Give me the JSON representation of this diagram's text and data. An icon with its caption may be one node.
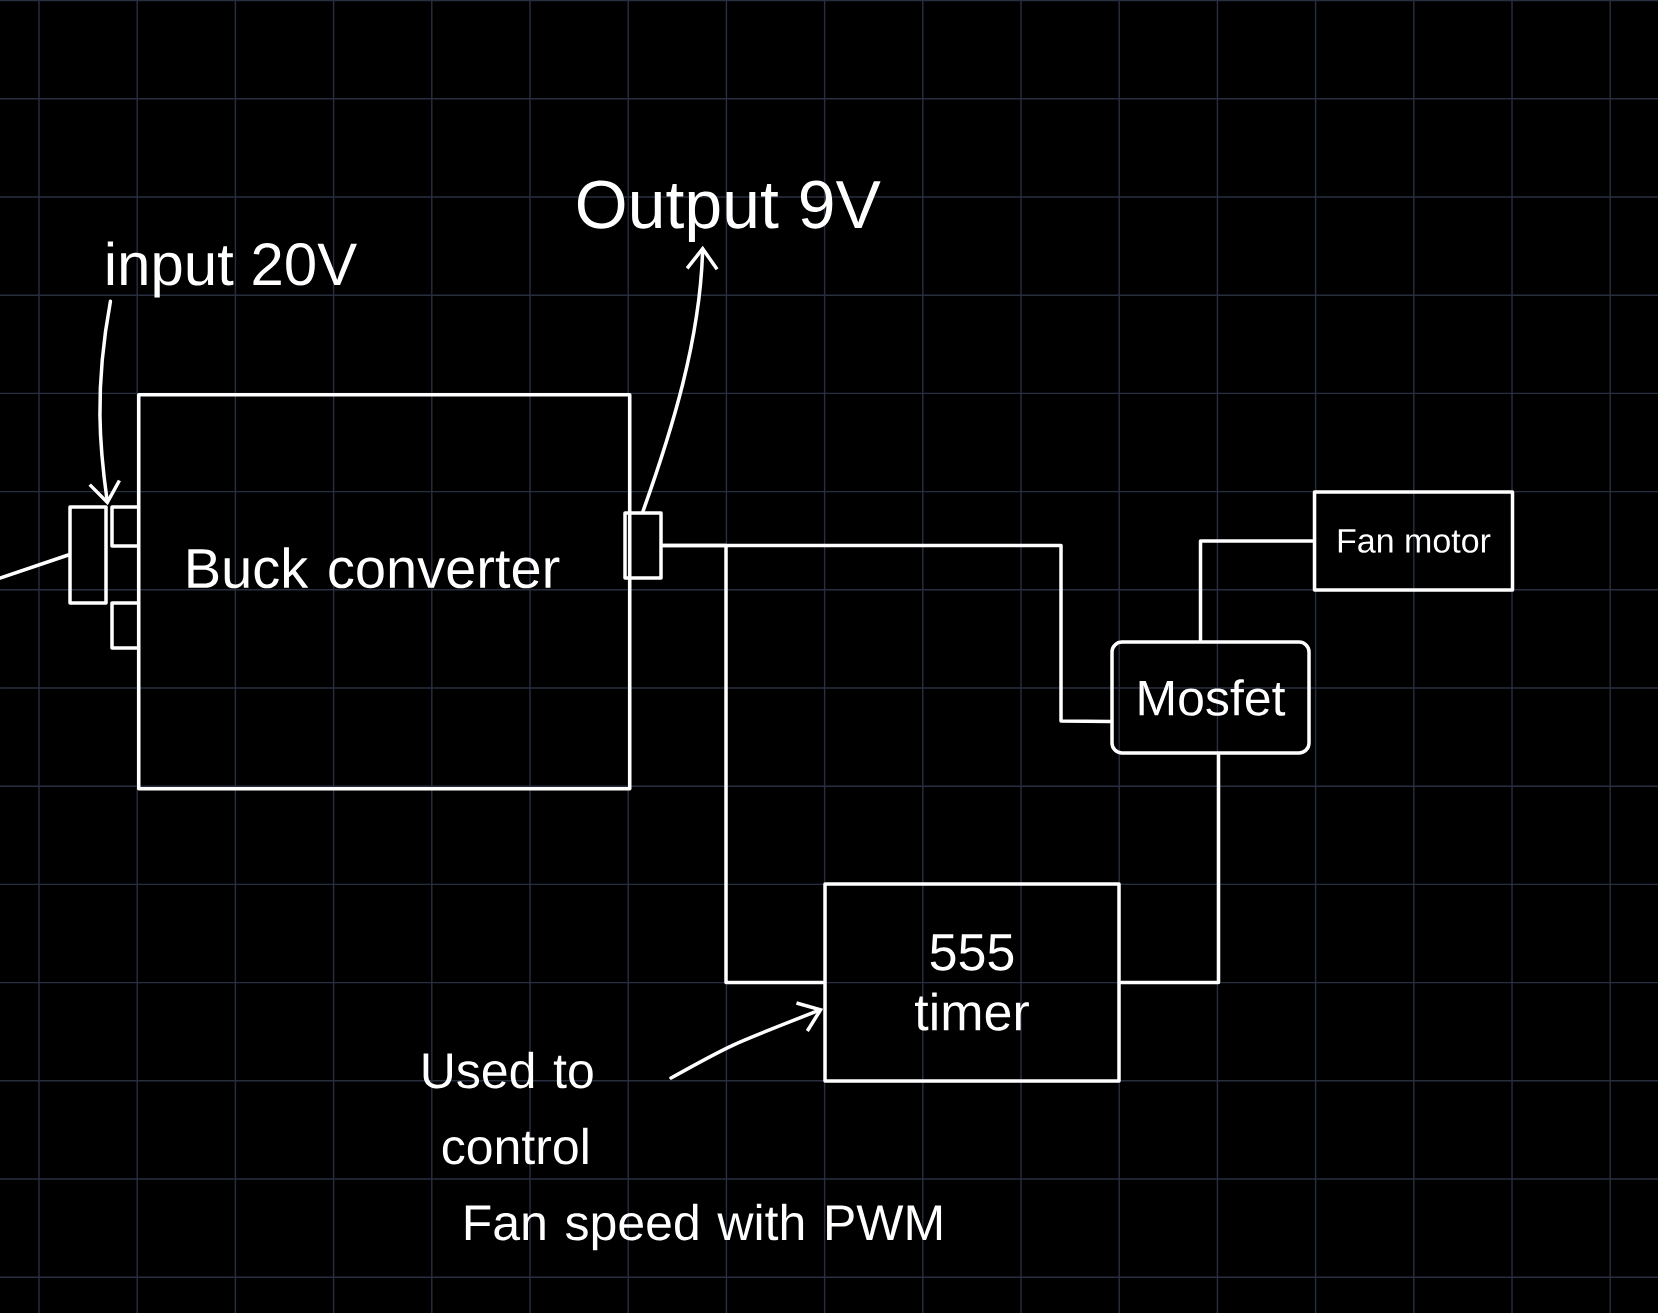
{
  "diagram": {
    "nodes": [
      {
        "text": [
          "input 20V"
        ]
      },
      {
        "text": [
          "Output 9V"
        ]
      },
      {
        "text": [
          "Buck converter"
        ]
      },
      {
        "text": [],
        "shape": "box"
      },
      {
        "text": [],
        "shape": "box"
      },
      {
        "text": [
          "Fan motor"
        ]
      },
      {
        "text": [
          "Mosfet"
        ]
      },
      {
        "text": [
          "555 timer"
        ]
      },
      {
        "text": [
          "Used to control Fan speed with PWM"
        ]
      }
    ],
    "edges": [
      {
        "from": 0,
        "to": 3,
        "arrow": "to"
      },
      {
        "from": 4,
        "to": 1,
        "arrow": "to"
      },
      {
        "from": null,
        "to": 3,
        "arrow": "none"
      },
      {
        "from": 4,
        "to": 6,
        "arrow": "none"
      },
      {
        "from": 4,
        "to": 7,
        "arrow": "none"
      },
      {
        "from": 6,
        "to": 5,
        "arrow": "none"
      },
      {
        "from": 6,
        "to": 7,
        "arrow": "none"
      },
      {
        "from": 8,
        "to": 7,
        "arrow": "to"
      }
    ]
  }
}
